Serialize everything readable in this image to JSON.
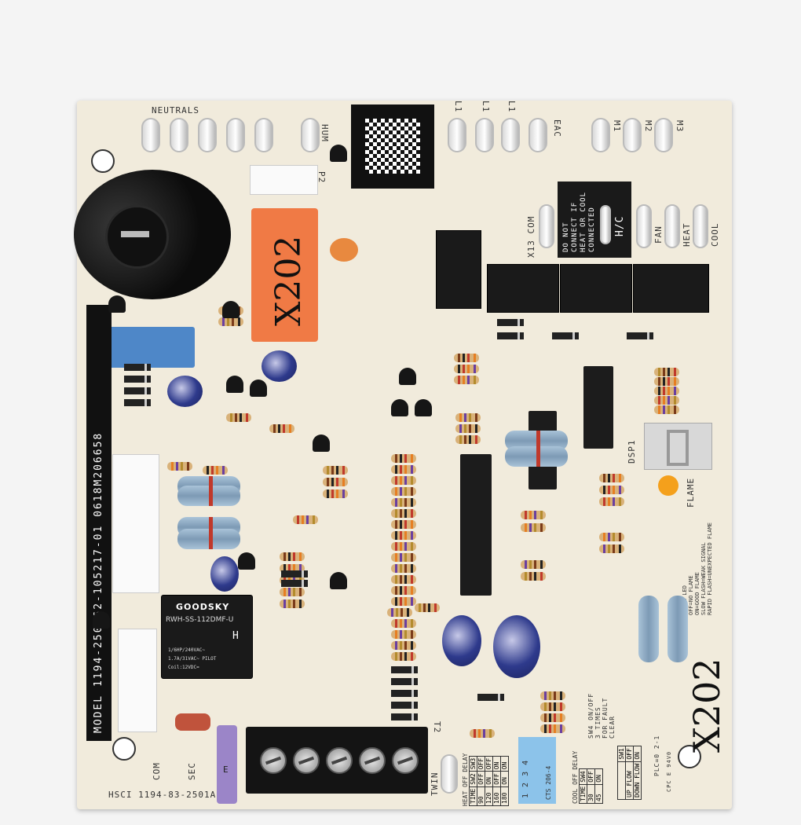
{
  "board": {
    "model_strip": "MODEL 1194-250   62-105217-01   0618M206658",
    "model_strip_lower": "1194-250",
    "bottom_code": "HSCI 1194-83-2501A",
    "neutrals": "NEUTRALS",
    "hum": "HUM",
    "p2": "P2",
    "l1_labels": [
      "L1",
      "L1",
      "L1"
    ],
    "eac": "EAC",
    "motor_labels": [
      "M1",
      "M2",
      "M3"
    ],
    "x13_com": "X13 COM",
    "warning_box": "DO NOT CONNECT IF HEAT OR COOL CONNECTED",
    "hc": "H/C",
    "fan": "FAN",
    "heat": "HEAT",
    "cool": "COOL",
    "dsp": "DSP1",
    "flame": "FLAME",
    "flame_led_legend": [
      "FLAME LED",
      "OFF=NO FLAME",
      "ON=GOOD FLAME",
      "SLOW FLASH=WEAK SIGNAL",
      "RAPID FLASH=UNEXPECTED FLAME"
    ],
    "twin": "TWIN",
    "com": "COM",
    "sec": "SEC",
    "fuse_label": "E",
    "t2": "T2",
    "handwritten": "X202",
    "sw4_note": "SW4 ON/OFF 3 TIMES FOR FAULT CLEAR",
    "plc": "PLC=0 2-1",
    "cpc": "CPC E 94V0",
    "dip_label": "CTS 206-4",
    "dip_numbers": "1 2 3 4"
  },
  "heat_off_delay": {
    "title": "HEAT OFF DELAY",
    "header": [
      "TIME",
      "SW2",
      "SW3"
    ],
    "rows": [
      [
        "90",
        "OFF",
        "OFF"
      ],
      [
        "120",
        "ON",
        "OFF"
      ],
      [
        "160",
        "OFF",
        "ON"
      ],
      [
        "180",
        "ON",
        "ON"
      ]
    ]
  },
  "cool_off_delay": {
    "title": "COOL OFF DELAY",
    "header": [
      "TIME",
      "SW4"
    ],
    "rows": [
      [
        "30",
        "OFF"
      ],
      [
        "45",
        "ON"
      ]
    ]
  },
  "flow": {
    "header": [
      "",
      "SW1"
    ],
    "rows": [
      [
        "UP FLOW",
        "OFF"
      ],
      [
        "DOWN FLOW",
        "ON"
      ]
    ]
  },
  "relay": {
    "brand": "GOODSKY",
    "model": "RWH-SS-112DMF-U",
    "mark": "H",
    "specs": [
      "1/6HP/240VAC~",
      "1.7A/31VAC~ PILOT",
      "Coil:12VDC="
    ]
  },
  "colors": {
    "board": "#f1ebdc",
    "resistor": "#d9b27a",
    "orange_cap": "#f07a45",
    "dip": "#8cc3ea",
    "blue_cap": "#2e3a8c"
  }
}
